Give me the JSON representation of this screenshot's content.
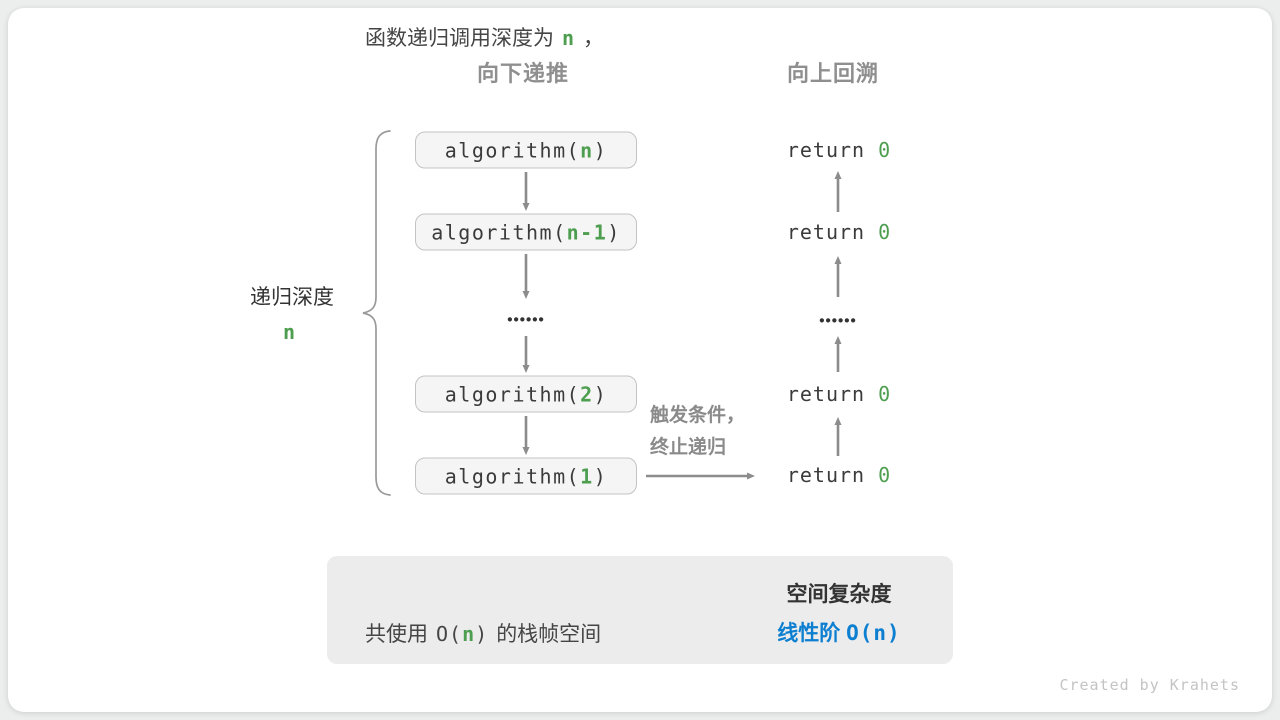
{
  "colors": {
    "accent_green": "#4e9e50",
    "accent_blue": "#0d7fd1",
    "arrow_gray": "#8c8c8c",
    "header_gray": "#8f8f8f",
    "box_fill": "#f5f5f5",
    "box_border": "#c3c3c3",
    "panel_fill": "#ececec",
    "big_arrow_gray": "#bdbdbd"
  },
  "headers": {
    "downward": "向下递推",
    "upward": "向上回溯"
  },
  "depth_label": {
    "text": "递归深度",
    "variable": "n"
  },
  "recursion_boxes": [
    {
      "pre": "algorithm(",
      "arg": "n",
      "post": ")"
    },
    {
      "pre": "algorithm(",
      "arg": "n-1",
      "post": ")"
    },
    {
      "pre": "algorithm(",
      "arg": "2",
      "post": ")"
    },
    {
      "pre": "algorithm(",
      "arg": "1",
      "post": ")"
    }
  ],
  "ellipsis": "••••••",
  "returns": [
    {
      "keyword": "return",
      "value": "0"
    },
    {
      "keyword": "return",
      "value": "0"
    },
    {
      "keyword": "return",
      "value": "0"
    },
    {
      "keyword": "return",
      "value": "0"
    }
  ],
  "base_case_note": {
    "line1": "触发条件，",
    "line2": "终止递归"
  },
  "summary": {
    "left_line1": {
      "pre": "函数递归调用深度为",
      "var": "n",
      "post": "，"
    },
    "left_line2": {
      "pre": "共使用",
      "code_open": "O(",
      "var": "n",
      "code_close": ")",
      "post": "的栈帧空间"
    },
    "right_title": "空间复杂度",
    "right_result_label": "线性阶",
    "right_result_code": "O(n)"
  },
  "watermark": "Created by Krahets"
}
